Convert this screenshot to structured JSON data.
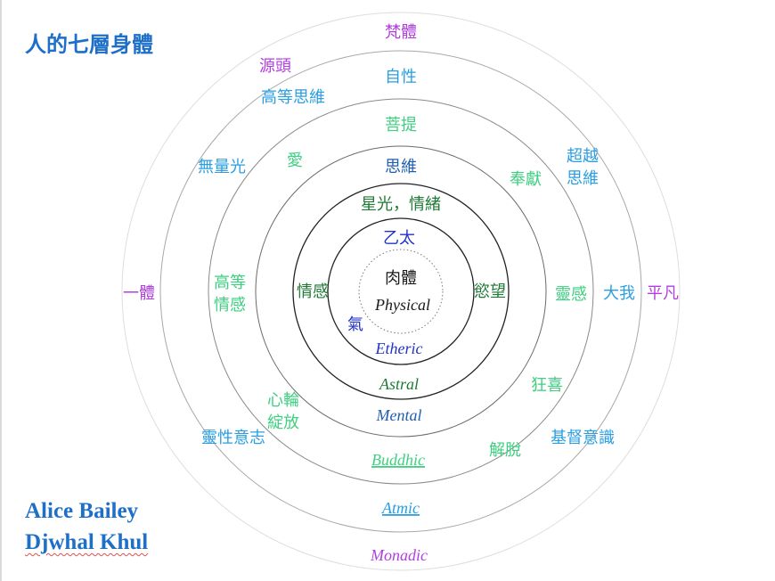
{
  "title": "人的七層身體",
  "credits": [
    "Alice Bailey",
    "Djwhal Khul"
  ],
  "colors": {
    "purple": "#b13fe0",
    "sky": "#2a9ee0",
    "mint": "#3fcf80",
    "navy": "#1f5fb0",
    "forest": "#1e7a34",
    "blue": "#2233c8",
    "dark": "#1a1a1a"
  },
  "layers": {
    "physical": {
      "zh": "肉體",
      "en": "Physical"
    },
    "etheric": {
      "zh": "乙太",
      "en": "Etheric",
      "side": "氣"
    },
    "astral": {
      "zh": "星光，情緒",
      "en": "Astral",
      "left": "情感",
      "right": "慾望"
    },
    "mental": {
      "zh": "思維",
      "en": "Mental"
    },
    "buddhic": {
      "zh": "菩提",
      "en": "Buddhic",
      "left_top": "愛",
      "left_mid": [
        "高等",
        "情感"
      ],
      "left_bottom": [
        "心輪",
        "綻放"
      ],
      "right_top": "奉獻",
      "right_mid": "靈感",
      "right_bottom": "狂喜",
      "right_low": "解脫"
    },
    "atmic": {
      "zh": "自性",
      "en": "Atmic",
      "left_top": "高等思維",
      "left_mid": "無量光",
      "left_bottom": "靈性意志",
      "right_top": [
        "超越",
        "思維"
      ],
      "right_mid": "大我",
      "right_bottom": "基督意識"
    },
    "monadic": {
      "zh": "梵體",
      "en": "Monadic",
      "left_top": "源頭",
      "left_mid": "一體",
      "right_mid": "平凡"
    }
  }
}
